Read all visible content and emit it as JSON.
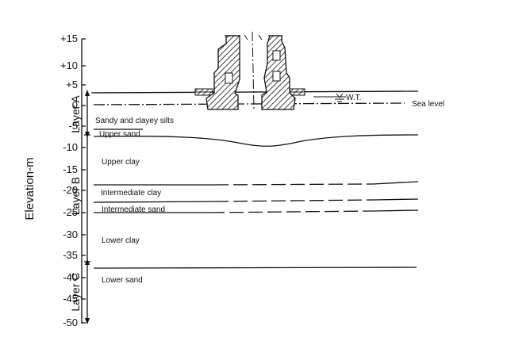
{
  "elevation_axis": {
    "title": "Elevation-m",
    "tick_labels": [
      "+15",
      "+10",
      "+5",
      "0",
      "-5",
      "-10",
      "-15",
      "-20",
      "-25",
      "-30",
      "-35",
      "-40",
      "-45",
      "-50"
    ]
  },
  "layers": [
    {
      "label": "Layer A"
    },
    {
      "label": "Layer B"
    },
    {
      "label": "Layer C"
    }
  ],
  "strata_labels": [
    "Sandy and clayey silts",
    "Upper sand",
    "Upper clay",
    "Intermediate clay",
    "Intermediate sand",
    "Lower clay",
    "Lower sand"
  ],
  "annotations": {
    "water_table": "W.T.",
    "sea_level": "Sea level"
  }
}
